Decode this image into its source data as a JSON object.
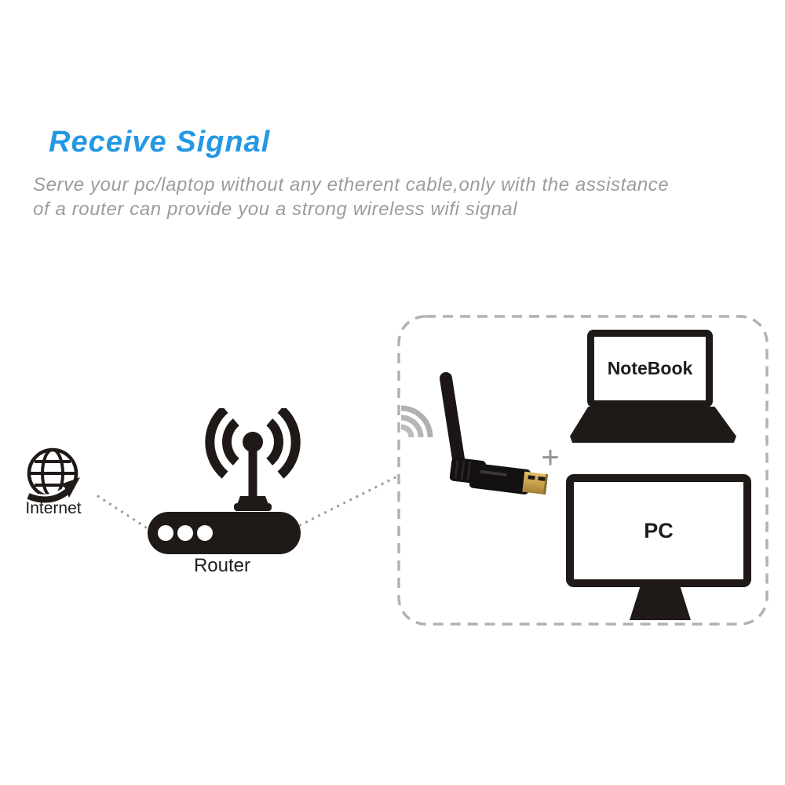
{
  "header": {
    "title": "Receive Signal",
    "subtitle_line1": "Serve your pc/laptop without any etherent cable,only with the assistance",
    "subtitle_line2": "of a router can provide you a strong wireless wifi signal"
  },
  "diagram": {
    "internet": {
      "label": "Internet",
      "icon": "globe-with-arrow-icon"
    },
    "router": {
      "label": "Router",
      "icon": "wifi-router-icon"
    },
    "adapter": {
      "icon": "usb-wifi-antenna-adapter-photo"
    },
    "plus_sign": "+",
    "notebook": {
      "label": "NoteBook",
      "icon": "laptop-icon"
    },
    "pc": {
      "label": "PC",
      "icon": "desktop-monitor-icon"
    }
  },
  "colors": {
    "title_blue": "#2598e4",
    "subtitle_gray": "#9c9c9c",
    "icon_black": "#1f1a17",
    "dashed_border_gray": "#b2b2b2",
    "dotted_line_gray": "#9e9e9e",
    "wifi_signal_gray": "#b6b6b6",
    "usb_gold": "#c9a24e"
  }
}
